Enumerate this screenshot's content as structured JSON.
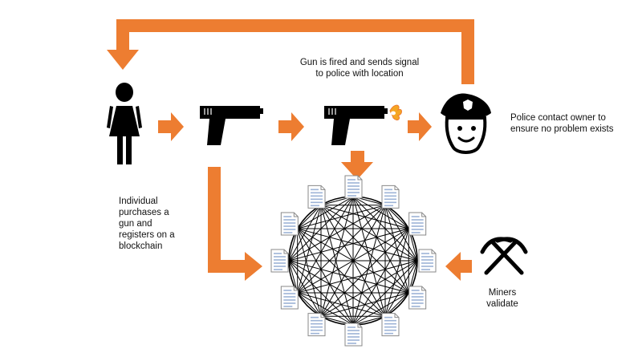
{
  "labels": {
    "individual": "Individual purchases a gun and registers on a blockchain",
    "fired": "Gun is fired and sends signal to police with location",
    "police": "Police contact owner to ensure no problem exists",
    "miners": "Miners validate"
  },
  "icons": {
    "person": "person-icon",
    "gun": "gun-icon",
    "gun_fired": "gun-firing-icon",
    "police": "police-officer-icon",
    "blockchain": "blockchain-network-icon",
    "miners": "crossed-pickaxes-icon"
  },
  "colors": {
    "arrow": "#ED7D31",
    "icon": "#000000",
    "document": "#9DB3D6"
  }
}
